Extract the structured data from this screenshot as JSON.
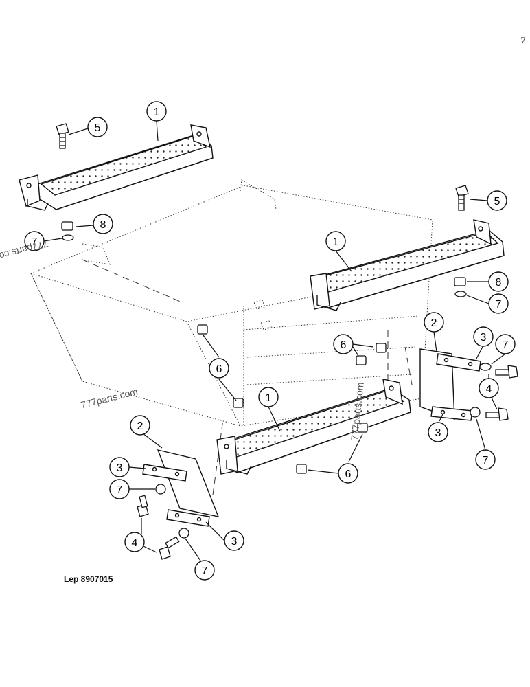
{
  "page": {
    "corner_mark": "7",
    "drawing_ref": "Lep 8907015"
  },
  "watermarks": [
    "777parts.com",
    "777parts.com",
    "777parts.com"
  ],
  "callouts": [
    "1",
    "1",
    "1",
    "2",
    "2",
    "3",
    "3",
    "3",
    "3",
    "4",
    "4",
    "5",
    "5",
    "6",
    "6",
    "6",
    "7",
    "7",
    "7",
    "7",
    "7",
    "8",
    "8"
  ]
}
